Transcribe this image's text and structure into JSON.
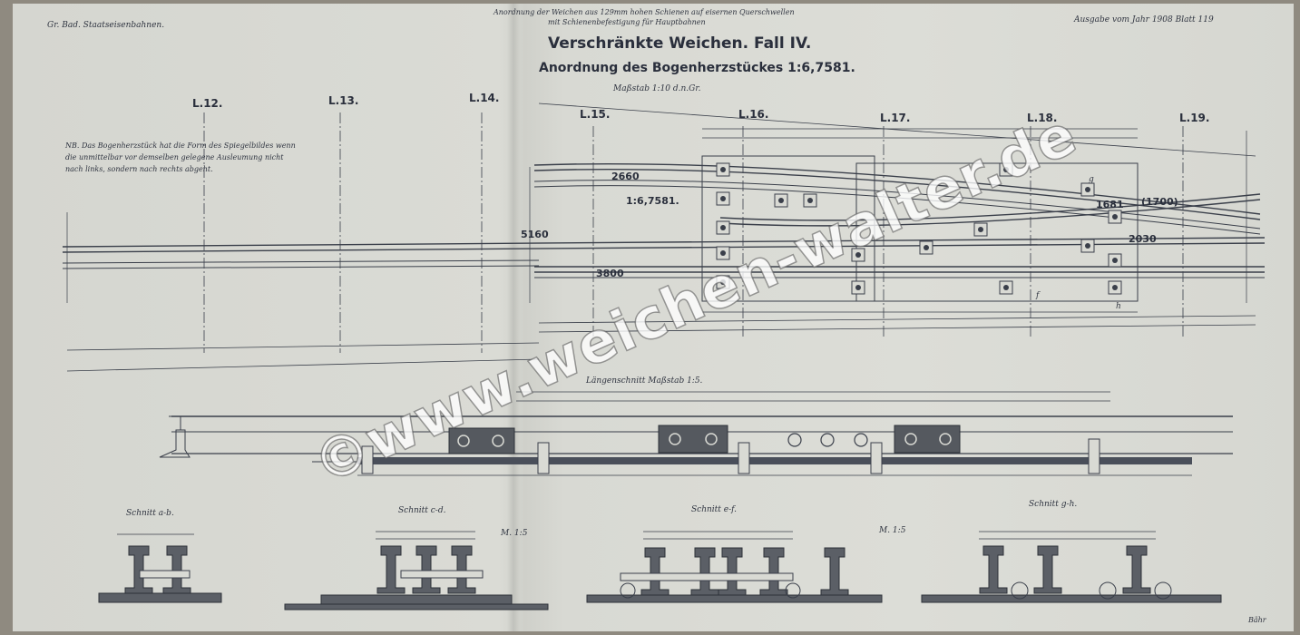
{
  "header": {
    "left": "Gr. Bad. Staatseisenbahnen.",
    "center_line1": "Anordnung der Weichen aus 129mm hohen Schienen auf eisernen Querschwellen",
    "center_line2": "mit Schienenbefestigung für Hauptbahnen",
    "right": "Ausgabe vom Jahr 1908 Blatt 119"
  },
  "title": {
    "main": "Verschränkte Weichen. Fall IV.",
    "sub": "Anordnung des Bogenherzstückes 1:6,7581.",
    "scale": "Maßstab 1:10 d.n.Gr."
  },
  "note": {
    "line1": "NB. Das Bogenherzstück hat die Form des Spiegelbildes wenn",
    "line2": "die unmittelbar vor demselben gelegene Ausleumung nicht",
    "line3": "nach links, sondern nach rechts abgeht."
  },
  "sleeper_labels": [
    "L.12.",
    "L.13.",
    "L.14.",
    "L.15.",
    "L.16.",
    "L.17.",
    "L.18.",
    "L.19."
  ],
  "dimensions": {
    "d2660": "2660",
    "ratio": "1:6,7581.",
    "d5160": "5160",
    "d3800": "3800",
    "d1681": "1681",
    "d1700": "(1700)",
    "d2030": "2030"
  },
  "section_labels": {
    "long": "Längenschnitt Maßstab 1:5.",
    "ab": "Schnitt a-b.",
    "cd": "Schnitt c-d.",
    "ef": "Schnitt e-f.",
    "gh": "Schnitt g-h.",
    "m1": "M. 1:5",
    "m2": "M. 1:5"
  },
  "letters": {
    "g": "g",
    "h": "h",
    "f": "f"
  },
  "signature": "Bähr",
  "watermark": "©www.weichen-walter.de"
}
